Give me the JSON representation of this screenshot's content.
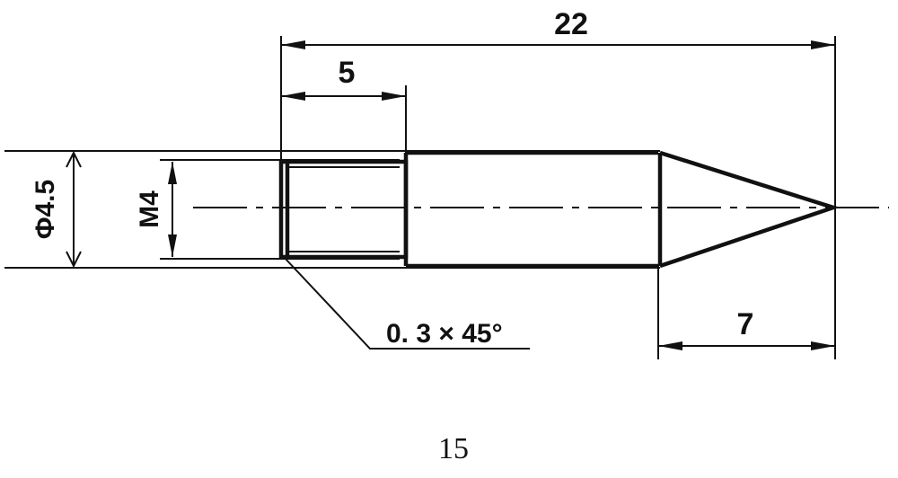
{
  "drawing": {
    "part": "threaded pointed pin",
    "dimensions": {
      "overall_length": "22",
      "thread_length": "5",
      "cone_length": "7",
      "outer_diameter": "Φ4.5",
      "thread": "M4",
      "chamfer": "0. 3 × 45°"
    },
    "figure_number": "15",
    "colors": {
      "line": "#111111",
      "background": "#ffffff"
    }
  }
}
